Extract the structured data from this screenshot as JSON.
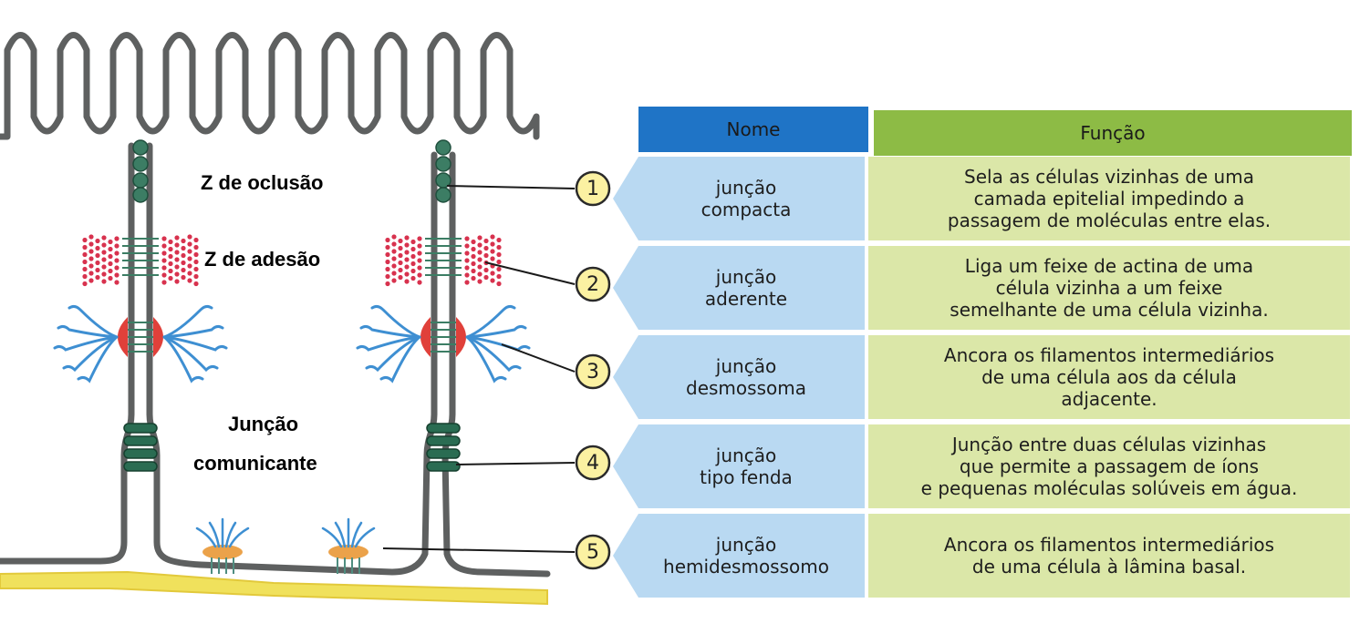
{
  "diagram_labels": {
    "tight": "Z de oclusão",
    "adherens": "Z de adesão",
    "gap_line1": "Junção",
    "gap_line2": "comunicante"
  },
  "table": {
    "headers": {
      "name": "Nome",
      "function": "Função"
    },
    "rows": [
      {
        "number": "1",
        "name": [
          "junção",
          "compacta"
        ],
        "function": [
          "Sela as células vizinhas de uma",
          "camada epitelial impedindo a",
          "passagem de moléculas entre elas."
        ]
      },
      {
        "number": "2",
        "name": [
          "junção",
          "aderente"
        ],
        "function": [
          "Liga um feixe de actina de uma",
          "célula vizinha a um feixe",
          "semelhante de uma célula vizinha."
        ]
      },
      {
        "number": "3",
        "name": [
          "junção",
          "desmossoma"
        ],
        "function": [
          "Ancora os filamentos intermediários",
          "de uma célula aos da célula",
          "adjacente."
        ]
      },
      {
        "number": "4",
        "name": [
          "junção",
          "tipo  fenda"
        ],
        "function": [
          "Junção entre duas células vizinhas",
          "que permite a passagem de íons",
          "e pequenas moléculas solúveis em água."
        ]
      },
      {
        "number": "5",
        "name": [
          "junção",
          "hemidesmossomo"
        ],
        "function": [
          "Ancora os filamentos intermediários",
          "de uma célula à lâmina basal."
        ]
      }
    ]
  },
  "colors": {
    "membrane": "#5e6060",
    "header_name": "#1f74c6",
    "header_function": "#8dbb45",
    "name_cell": "#b9d9f2",
    "function_cell": "#dbe7a8",
    "number_circle": "#fbf1a2",
    "tight_protein": "#3c7d64",
    "adhesion_dot": "#d8324e",
    "desmosome_plaque": "#e0403a",
    "filament": "#3e8fd2",
    "hemidesmosome_plaque": "#eba24a",
    "basal_lamina": "#f0e15c"
  }
}
